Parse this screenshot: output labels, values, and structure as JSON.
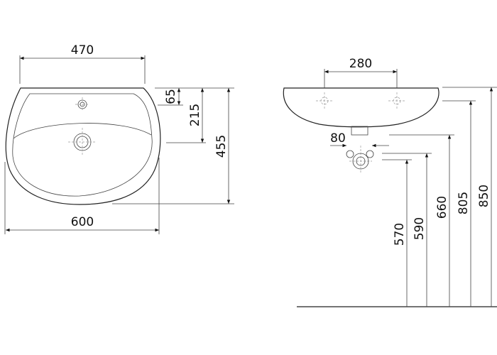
{
  "top_view": {
    "width_inner": "470",
    "width_outer": "600",
    "tap_hole": "65",
    "drain": "215",
    "depth": "455"
  },
  "side_view": {
    "bolt_spacing": "280",
    "valve_spacing": "80",
    "h570": "570",
    "h590": "590",
    "h660": "660",
    "h805": "805",
    "h850": "850"
  }
}
